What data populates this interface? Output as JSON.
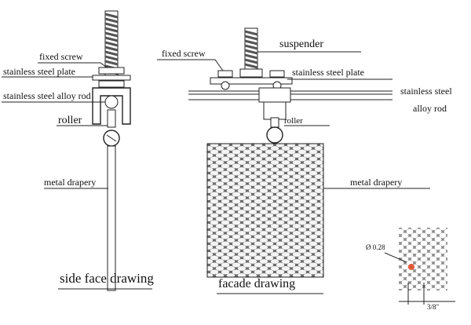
{
  "side": {
    "title": "side face drawing",
    "fixed_screw": "fixed screw",
    "plate": "stainless steel plate",
    "rod": "stainless steel alloy rod",
    "roller": "roller",
    "drapery": "metal drapery"
  },
  "facade": {
    "title": "facade drawing",
    "suspender": "suspender",
    "fixed_screw": "fixed screw",
    "plate": "stainless steel plate",
    "rod_line1": "stainless steel",
    "rod_line2": "alloy rod",
    "roller": "roller",
    "drapery": "metal drapery"
  },
  "detail": {
    "diameter": "Ø 0.28",
    "pitch": "3/8\""
  },
  "colors": {
    "line": "#222222",
    "thread": "#555555",
    "mesh": "#444444",
    "highlight": "#e05a3a"
  }
}
